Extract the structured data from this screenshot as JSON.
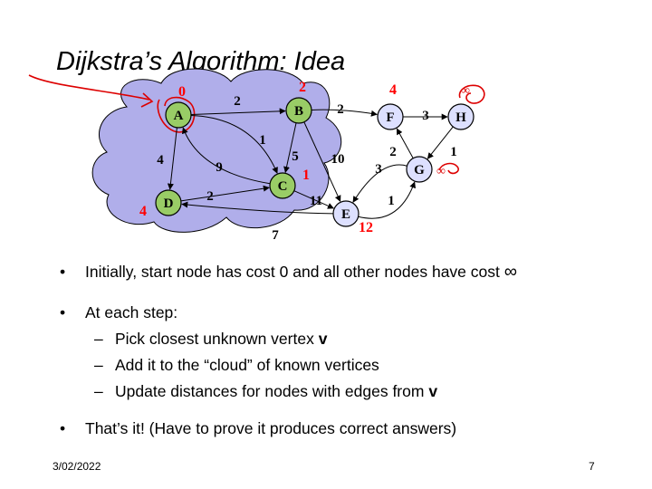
{
  "title": "Dijkstra’s Algorithm: Idea",
  "graph": {
    "nodes": [
      {
        "id": "A",
        "known": true
      },
      {
        "id": "B",
        "known": true
      },
      {
        "id": "C",
        "known": true
      },
      {
        "id": "D",
        "known": true
      },
      {
        "id": "E",
        "known": false
      },
      {
        "id": "F",
        "known": false
      },
      {
        "id": "G",
        "known": false
      },
      {
        "id": "H",
        "known": false
      }
    ],
    "edges": [
      {
        "from": "A",
        "to": "B",
        "weight": "2"
      },
      {
        "from": "A",
        "to": "C",
        "weight": "1"
      },
      {
        "from": "A",
        "to": "D",
        "weight": "4"
      },
      {
        "from": "C",
        "to": "A",
        "weight": "9"
      },
      {
        "from": "B",
        "to": "C",
        "weight": "5"
      },
      {
        "from": "B",
        "to": "F",
        "weight": "2"
      },
      {
        "from": "B",
        "to": "E",
        "weight": "10"
      },
      {
        "from": "C",
        "to": "E",
        "weight": "11"
      },
      {
        "from": "D",
        "to": "C",
        "weight": "2"
      },
      {
        "from": "E",
        "to": "D",
        "weight": "7"
      },
      {
        "from": "F",
        "to": "H",
        "weight": "3"
      },
      {
        "from": "G",
        "to": "F",
        "weight": "2"
      },
      {
        "from": "H",
        "to": "G",
        "weight": "1"
      },
      {
        "from": "G",
        "to": "E",
        "weight": "3"
      },
      {
        "from": "E",
        "to": "G",
        "weight": "1"
      }
    ],
    "costs": {
      "A": "0",
      "B": "2",
      "C": "1",
      "D": "4",
      "E": "12",
      "F": "4"
    },
    "infinity_marks": [
      "∞",
      "∞"
    ],
    "colors": {
      "known_fill": "#99cc66",
      "unknown_fill": "#dde0ff",
      "cloud_fill": "#b0aeea",
      "cost_color": "#ff0000",
      "annotation_color": "#dd0000"
    }
  },
  "bullets": [
    {
      "text": "Initially, start node has cost 0 and all other nodes have cost",
      "suffix": "∞"
    },
    {
      "text": "At each step:"
    }
  ],
  "sub_bullets": [
    {
      "text": "Pick closest unknown vertex ",
      "bold": "v"
    },
    {
      "text": "Add it to the “cloud” of known vertices"
    },
    {
      "text": "Update distances for nodes with edges from ",
      "bold": "v"
    }
  ],
  "last_bullet": {
    "text": "That’s it!  (Have to prove it produces correct answers)"
  },
  "footer": {
    "date": "3/02/2022",
    "page": "7"
  }
}
